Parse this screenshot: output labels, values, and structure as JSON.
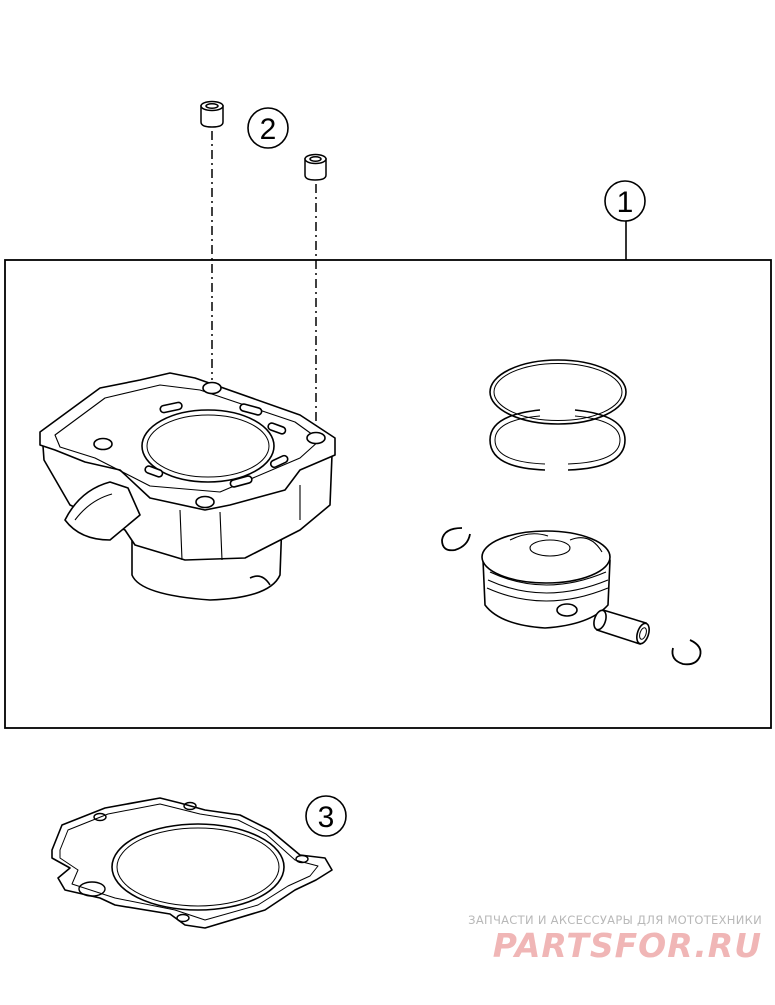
{
  "callouts": [
    {
      "id": "1",
      "label": "1"
    },
    {
      "id": "2",
      "label": "2"
    },
    {
      "id": "3",
      "label": "3"
    }
  ],
  "watermark": {
    "tagline": "ЗАПЧАСТИ И АКСЕССУАРЫ ДЛЯ МОТОТЕХНИКИ",
    "logo": "PARTSFOR.RU",
    "colors": {
      "tagline": "#b8b8b8",
      "logo": "#f0b6b6"
    }
  }
}
